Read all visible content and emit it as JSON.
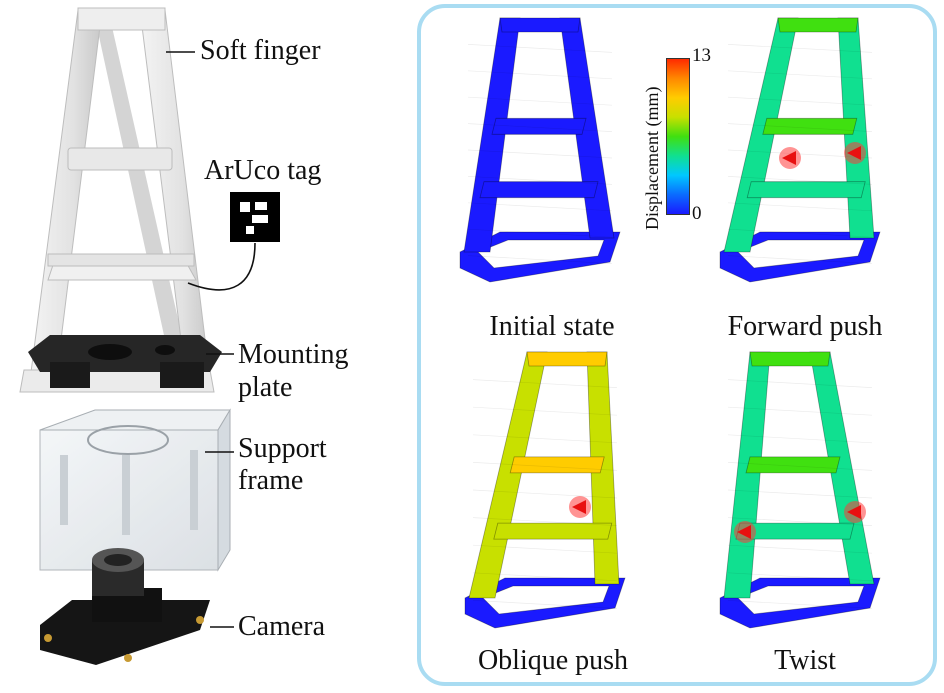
{
  "left_labels": {
    "soft_finger": "Soft finger",
    "aruco_tag": "ArUco tag",
    "mounting_plate_line1": "Mounting",
    "mounting_plate_line2": "plate",
    "support_frame_line1": "Support",
    "support_frame_line2": "frame",
    "camera": "Camera"
  },
  "colorbar": {
    "title": "Displacement (mm)",
    "max_label": "13",
    "min_label": "0",
    "colors": [
      "#1a1aff",
      "#0a6cff",
      "#00c8ff",
      "#10e090",
      "#40e010",
      "#c8e000",
      "#ffcc00",
      "#ff8800",
      "#ff2a00"
    ]
  },
  "simulations": [
    {
      "caption": "Initial state",
      "level": 0.0
    },
    {
      "caption": "Forward push",
      "level": 0.5
    },
    {
      "caption": "Oblique push",
      "level": 0.75
    },
    {
      "caption": "Twist",
      "level": 0.45
    }
  ],
  "colors": {
    "panel_border": "#a9dcf2",
    "finger_white": "#e6e6e6",
    "plate_black": "#1c1c1c",
    "fem_blue": "#1a1aff",
    "force_arrow": "#ff3a3a"
  }
}
